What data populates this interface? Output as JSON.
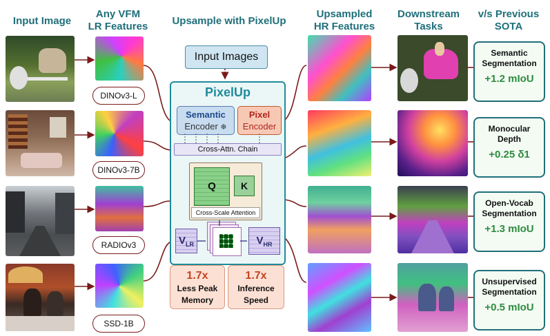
{
  "headers": {
    "input": "Input Image",
    "vfm_line1": "Any VFM",
    "vfm_line2": "LR Features",
    "upsample": "Upsample with PixelUp",
    "hr_line1": "Upsampled",
    "hr_line2": "HR Features",
    "tasks_line1": "Downstream",
    "tasks_line2": "Tasks",
    "sota_line1": "v/s Previous",
    "sota_line2": "SOTA"
  },
  "input_images_label": "Input Images",
  "pixelup": {
    "title": "PixelUp",
    "semantic_encoder_line1": "Semantic",
    "semantic_encoder_line2": "Encoder",
    "pixel_encoder_line1": "Pixel",
    "pixel_encoder_line2": "Encoder",
    "cross_attn_chain": "Cross-Attn. Chain",
    "q_label": "Q",
    "k_label": "K",
    "cross_scale_attention": "Cross-Scale Attention",
    "v_lr_main": "V",
    "v_lr_sub": "LR",
    "v_hr_main": "V",
    "v_hr_sub": "HR",
    "snowflake": "❄"
  },
  "backbones": [
    "DINOv3-L",
    "DINOv3-7B",
    "RADIOv3",
    "SSD-1B"
  ],
  "stats": [
    {
      "value": "1.7x",
      "label_line1": "Less Peak",
      "label_line2": "Memory"
    },
    {
      "value": "1.7x",
      "label_line1": "Inference",
      "label_line2": "Speed"
    }
  ],
  "tasks": [
    {
      "line1": "Semantic",
      "line2": "Segmentation",
      "gain": "+1.2 mIoU"
    },
    {
      "line1": "Monocular",
      "line2": "Depth",
      "gain": "+0.25 δ1"
    },
    {
      "line1": "Open-Vocab",
      "line2": "Segmentation",
      "gain": "+1.3 mIoU"
    },
    {
      "line1": "Unsupervised",
      "line2": "Segmentation",
      "gain": "+0.5 mIoU"
    }
  ],
  "colors": {
    "header_teal": "#1f6f7a",
    "gain_green": "#2e8b3e",
    "connector_red": "#7a1a1a",
    "stat_orange": "#c2441e"
  }
}
